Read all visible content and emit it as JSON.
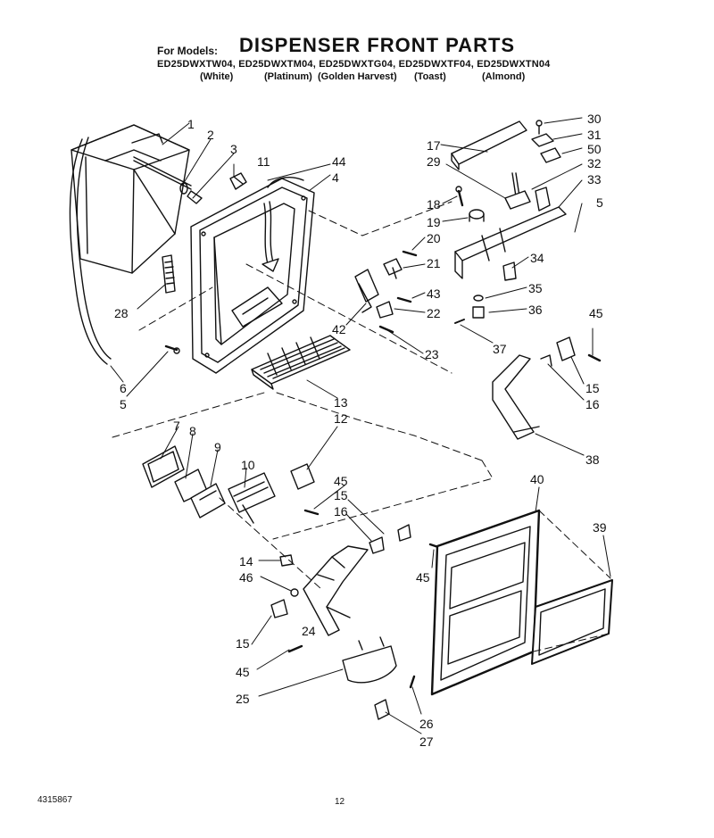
{
  "header": {
    "for_models_label": "For Models:",
    "title": "DISPENSER FRONT PARTS",
    "models_line": "ED25DWXTW04, ED25DWXTM04, ED25DWXTG04, ED25DWXTF04, ED25DWXTN04",
    "colors": [
      "(White)",
      "(Platinum)",
      "(Golden Harvest)",
      "(Toast)",
      "(Almond)"
    ]
  },
  "callouts": [
    "1",
    "2",
    "3",
    "11",
    "44",
    "4",
    "28",
    "6",
    "5",
    "17",
    "29",
    "30",
    "31",
    "50",
    "32",
    "33",
    "5",
    "18",
    "19",
    "20",
    "21",
    "43",
    "22",
    "42",
    "23",
    "34",
    "35",
    "36",
    "37",
    "45",
    "15",
    "16",
    "38",
    "13",
    "12",
    "7",
    "8",
    "9",
    "10",
    "45",
    "15",
    "16",
    "14",
    "46",
    "15",
    "24",
    "45",
    "25",
    "45",
    "40",
    "39",
    "26",
    "27"
  ],
  "footer": {
    "doc_number": "4315867",
    "page_number": "12"
  }
}
